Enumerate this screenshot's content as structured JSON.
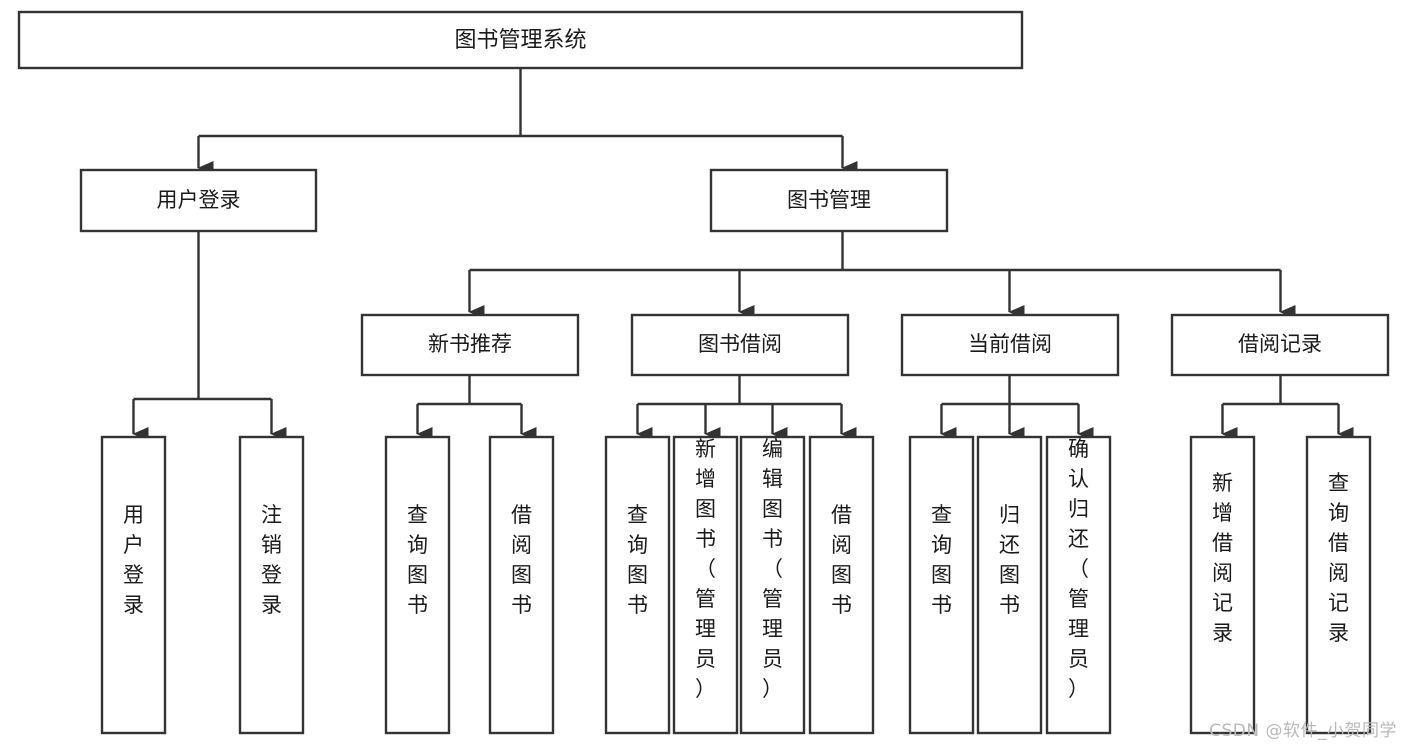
{
  "diagram": {
    "title": "图书管理系统",
    "type": "tree-hierarchy-chart",
    "colors": {
      "box_stroke": "#333333",
      "box_fill": "#ffffff",
      "text": "#1a1a1a",
      "background": "#ffffff",
      "watermark": "#b9b9b9"
    },
    "root": {
      "label": "图书管理系统"
    },
    "level2": [
      {
        "label": "用户登录"
      },
      {
        "label": "图书管理"
      }
    ],
    "level3": [
      {
        "label": "新书推荐"
      },
      {
        "label": "图书借阅"
      },
      {
        "label": "当前借阅"
      },
      {
        "label": "借阅记录"
      }
    ],
    "leaves": {
      "user_login": [
        {
          "label": "用户登录"
        },
        {
          "label": "注销登录"
        }
      ],
      "new_book_recommend": [
        {
          "label": "查询图书"
        },
        {
          "label": "借阅图书"
        }
      ],
      "book_borrow": [
        {
          "label": "查询图书"
        },
        {
          "label": "新增图书（管理员）"
        },
        {
          "label": "编辑图书（管理员）"
        },
        {
          "label": "借阅图书"
        }
      ],
      "current_borrow": [
        {
          "label": "查询图书"
        },
        {
          "label": "归还图书"
        },
        {
          "label": "确认归还（管理员）"
        }
      ],
      "borrow_record": [
        {
          "label": "新增借阅记录"
        },
        {
          "label": "查询借阅记录"
        }
      ]
    }
  },
  "watermark": {
    "text": "CSDN @软件_小贺同学"
  }
}
